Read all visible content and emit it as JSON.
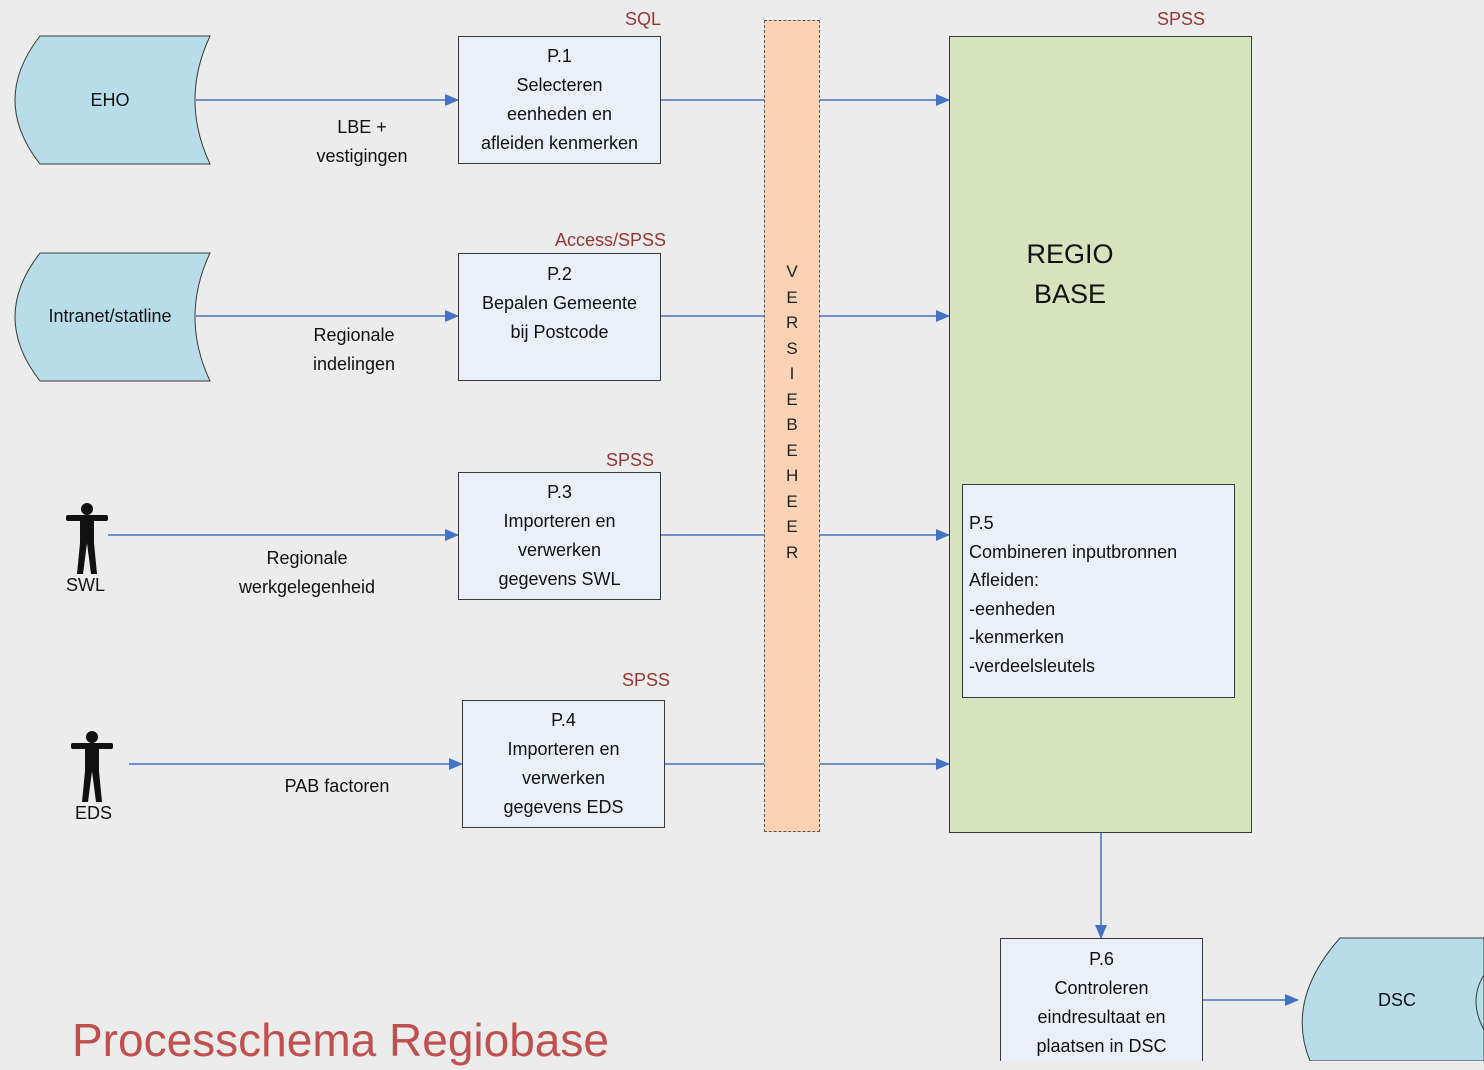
{
  "title": "Processchema Regiobase",
  "sources": {
    "eho": "EHO",
    "intranet": "Intranet/statline",
    "dsc": "DSC"
  },
  "actors": {
    "swl": "SWL",
    "eds": "EDS"
  },
  "processes": {
    "p1": {
      "id": "P.1",
      "lines": [
        "Selecteren",
        "eenheden en",
        "afleiden kenmerken"
      ],
      "tool": "SQL"
    },
    "p2": {
      "id": "P.2",
      "lines": [
        "Bepalen Gemeente",
        "bij Postcode"
      ],
      "tool": "Access/SPSS"
    },
    "p3": {
      "id": "P.3",
      "lines": [
        "Importeren en",
        "verwerken",
        "gegevens SWL"
      ],
      "tool": "SPSS"
    },
    "p4": {
      "id": "P.4",
      "lines": [
        "Importeren en",
        "verwerken",
        "gegevens EDS"
      ],
      "tool": "SPSS"
    },
    "p5": {
      "id": "P.5",
      "lines": [
        "Combineren inputbronnen",
        "Afleiden:",
        "-eenheden",
        "-kenmerken",
        "-verdeelsleutels"
      ]
    },
    "p6": {
      "id": "P.6",
      "lines": [
        "Controleren",
        "eindresultaat en",
        "plaatsen in DSC"
      ]
    }
  },
  "flows": {
    "eho_p1": [
      "LBE +",
      "vestigingen"
    ],
    "intranet_p2": [
      "Regionale",
      "indelingen"
    ],
    "swl_p3": [
      "Regionale",
      "werkgelegenheid"
    ],
    "eds_p4": [
      "PAB factoren"
    ]
  },
  "versiebeheer": "VERSIEBEHEER",
  "regiobase": {
    "label": "REGIO\nBASE",
    "tool": "SPSS"
  },
  "colors": {
    "arrow": "#4472c4",
    "store": "#b7dde8",
    "process": "#eaf0fa",
    "versiebeheer": "#f9d3b4",
    "regiobase": "#d6e3bc",
    "tool_text": "#943634",
    "title": "#c0504d"
  }
}
